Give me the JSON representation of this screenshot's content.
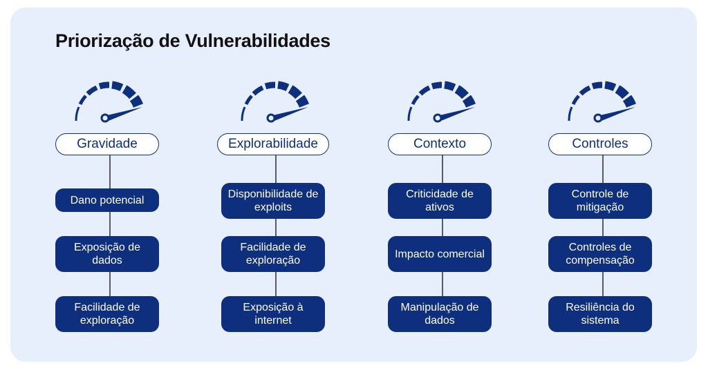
{
  "title": "Priorização de Vulnerabilidades",
  "colors": {
    "background": "#e7eefc",
    "accent": "#0d2f7e",
    "header_fill": "#ffffff"
  },
  "columns": [
    {
      "label": "Gravidade",
      "icon": "speedometer-icon",
      "items": [
        {
          "label": "Dano potencial"
        },
        {
          "label": "Exposição de dados"
        },
        {
          "label": "Facilidade de exploração"
        }
      ]
    },
    {
      "label": "Explorabilidade",
      "icon": "speedometer-icon",
      "items": [
        {
          "label": "Disponibilidade de exploits"
        },
        {
          "label": "Facilidade de exploração"
        },
        {
          "label": "Exposição à internet"
        }
      ]
    },
    {
      "label": "Contexto",
      "icon": "speedometer-icon",
      "items": [
        {
          "label": "Criticidade de ativos"
        },
        {
          "label": "Impacto comercial"
        },
        {
          "label": "Manipulação de dados"
        }
      ]
    },
    {
      "label": "Controles",
      "icon": "speedometer-icon",
      "items": [
        {
          "label": "Controle de mitigação"
        },
        {
          "label": "Controles de compensação"
        },
        {
          "label": "Resiliência do sistema"
        }
      ]
    }
  ]
}
